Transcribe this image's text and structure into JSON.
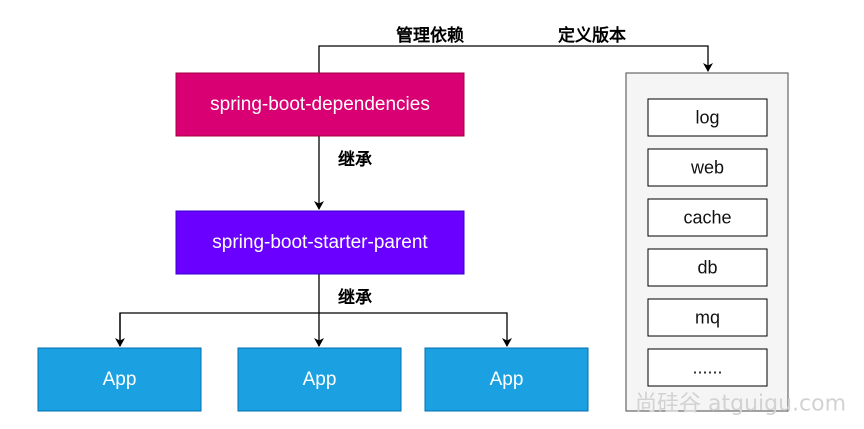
{
  "nodes": {
    "dependencies": {
      "label": "spring-boot-dependencies",
      "color": "#d80073"
    },
    "starter_parent": {
      "label": "spring-boot-starter-parent",
      "color": "#6a00ff"
    },
    "apps": [
      {
        "label": "App",
        "color": "#1ba1e2"
      },
      {
        "label": "App",
        "color": "#1ba1e2"
      },
      {
        "label": "App",
        "color": "#1ba1e2"
      }
    ]
  },
  "edge_labels": {
    "manage": "管理依赖",
    "define": "定义版本",
    "inherit_1": "继承",
    "inherit_2": "继承"
  },
  "version_list": {
    "items": [
      "log",
      "web",
      "cache",
      "db",
      "mq",
      "......"
    ]
  },
  "watermark": "尚硅谷 atguigu.com"
}
